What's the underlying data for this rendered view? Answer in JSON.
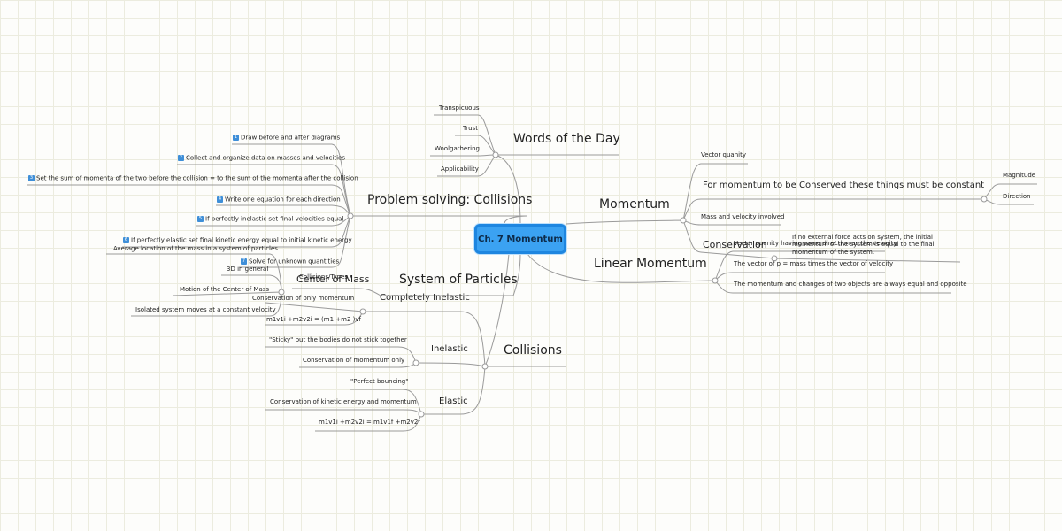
{
  "central": "Ch. 7 Momentum",
  "words_of_day": {
    "title": "Words of the Day",
    "items": [
      "Transpicuous",
      "Trust",
      "Woolgathering",
      "Applicability"
    ]
  },
  "problem_solving": {
    "title": "Problem solving: Collisions",
    "steps": [
      "Draw before and after diagrams",
      "Collect and organize data on masses and velocities",
      "Set the sum of momenta of the two before the collision = to the sum of the momenta after the collision",
      "Write one equation for each direction",
      "If perfectly inelastic set final velocities equal",
      "If perfectly elastic set final kinetic energy equal to initial kinetic energy",
      "Solve for unknown quantities"
    ],
    "step_numbers": [
      "1",
      "2",
      "3",
      "4",
      "5",
      "6",
      "7"
    ]
  },
  "system_of_particles": {
    "title": "System of Particles",
    "center_of_mass": {
      "title": "Center of Mass",
      "items": [
        "Average location of the mass in a system of particles",
        "3D in general",
        "Motion of the Center of Mass",
        "Isolated system moves at a constant velocity"
      ]
    },
    "overlap_text": "Collisions/Types"
  },
  "collisions": {
    "title": "Collisions",
    "completely_inelastic": {
      "title": "Completely Inelastic",
      "items": [
        "Conservation of only momentum",
        "m1v1i +m2v2i = (m1 +m2 )vf"
      ]
    },
    "inelastic": {
      "title": "Inelastic",
      "items": [
        "\"Sticky\" but the bodies do not stick together",
        "Conservation of momentum only"
      ]
    },
    "elastic": {
      "title": "Elastic",
      "items": [
        "\"Perfect bouncing\"",
        "Conservation of kinetic energy and momentum",
        "m1v1i +m2v2i = m1v1f +m2v2f"
      ]
    }
  },
  "momentum": {
    "title": "Momentum",
    "items": [
      "Vector quanity",
      "For momentum to be Conserved these things must be constant",
      "Mass and velocity involved",
      "Conservation"
    ],
    "constants": [
      "Magnitude",
      "Direction"
    ],
    "conservation_text": "If no external force acts on system, the initial momentum of the system is equal to the final momentum of the system."
  },
  "linear_momentum": {
    "title": "Linear Momentum",
    "items": [
      "Vector quanity having same direction as the velocity",
      "The vector of p = mass times the vector of velocity",
      "The momentum and changes of two objects are always equal and opposite"
    ]
  },
  "colors": {
    "central_fill": "#3ba2f2",
    "central_border": "#1e86e0",
    "line": "#9a9a9a",
    "grid": "#ececdf"
  }
}
